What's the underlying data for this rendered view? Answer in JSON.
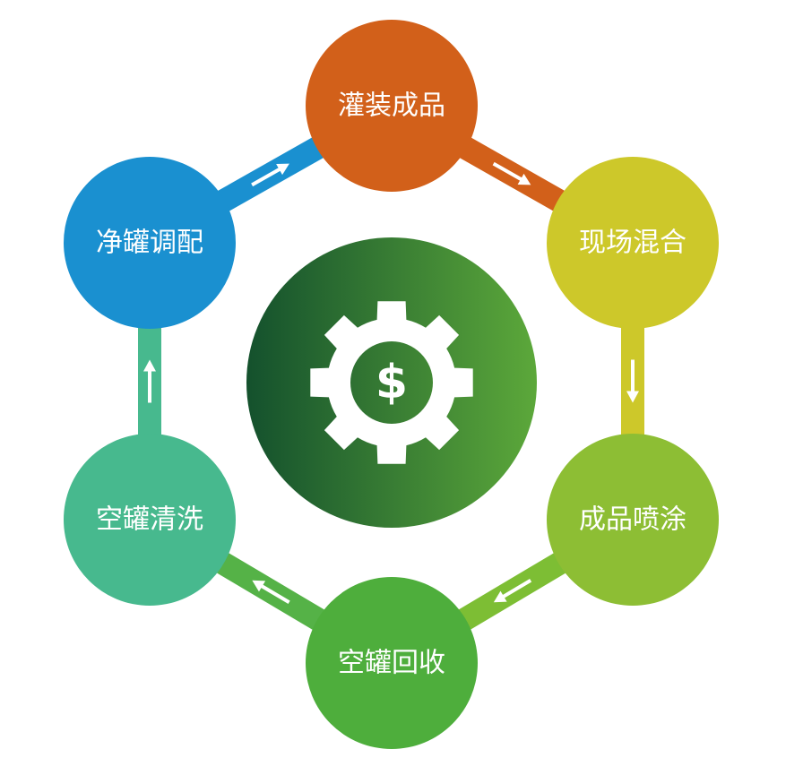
{
  "diagram": {
    "nodes": [
      {
        "label": "灌装成品",
        "color": "#D2601A"
      },
      {
        "label": "现场混合",
        "color": "#CDC82A"
      },
      {
        "label": "成品喷涂",
        "color": "#8DBE34"
      },
      {
        "label": "空罐回收",
        "color": "#4EAE3C"
      },
      {
        "label": "空罐清洗",
        "color": "#47B98E"
      },
      {
        "label": "净罐调配",
        "color": "#1A90D0"
      }
    ],
    "connectors": [
      {
        "from": "灌装成品",
        "to": "现场混合",
        "color": "#D2601A"
      },
      {
        "from": "现场混合",
        "to": "成品喷涂",
        "color": "#CDC82A"
      },
      {
        "from": "成品喷涂",
        "to": "空罐回收",
        "color": "#7DBE34"
      },
      {
        "from": "空罐回收",
        "to": "空罐清洗",
        "color": "#55B247"
      },
      {
        "from": "空罐清洗",
        "to": "净罐调配",
        "color": "#47B98E"
      },
      {
        "from": "净罐调配",
        "to": "灌装成品",
        "color": "#1A90D0"
      }
    ],
    "center": {
      "icon": "gear-dollar-icon",
      "gradient_start": "#14512D",
      "gradient_end": "#5CA83A"
    }
  }
}
